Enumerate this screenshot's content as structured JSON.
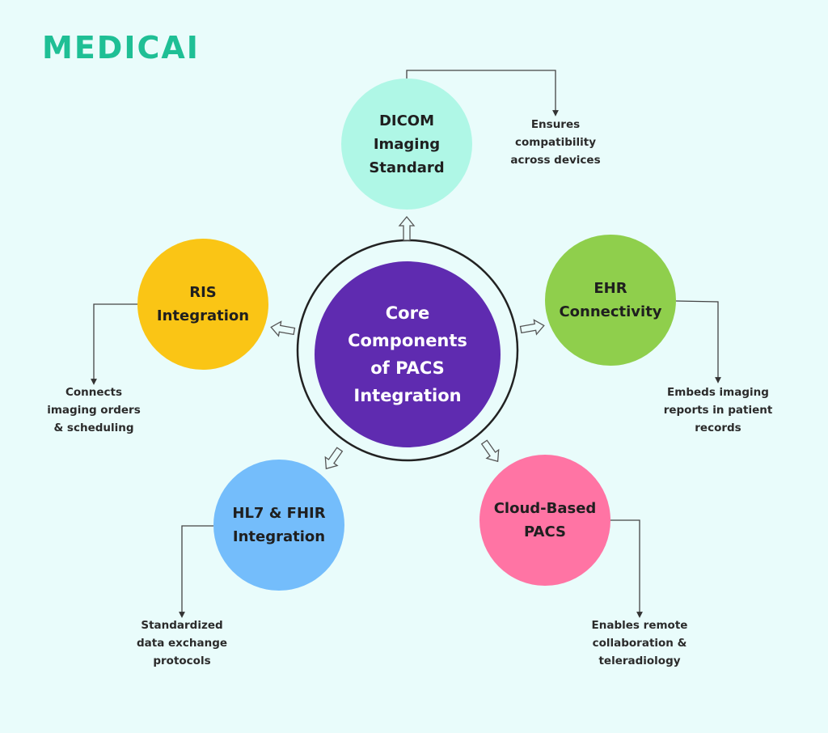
{
  "brand": {
    "logo_text": "MEDICAI",
    "logo_color": "#1fbf95"
  },
  "background_color": "#e9fcfb",
  "center": {
    "label": "Core\nComponents\nof PACS\nIntegration",
    "color": "#5f2bb0"
  },
  "components": [
    {
      "id": "dicom",
      "label": "DICOM\nImaging\nStandard",
      "color": "#aff7e6",
      "description": "Ensures\ncompatibility\nacross devices"
    },
    {
      "id": "ehr",
      "label": "EHR\nConnectivity",
      "color": "#8fcf4c",
      "description": "Embeds imaging\nreports in patient\nrecords"
    },
    {
      "id": "cloud",
      "label": "Cloud-Based\nPACS",
      "color": "#ff74a4",
      "description": "Enables remote\ncollaboration &\nteleradiology"
    },
    {
      "id": "hl7",
      "label": "HL7 & FHIR\nIntegration",
      "color": "#74bdfb",
      "description": "Standardized\ndata exchange\nprotocols"
    },
    {
      "id": "ris",
      "label": "RIS\nIntegration",
      "color": "#fac515",
      "description": "Connects\nimaging orders\n& scheduling"
    }
  ]
}
